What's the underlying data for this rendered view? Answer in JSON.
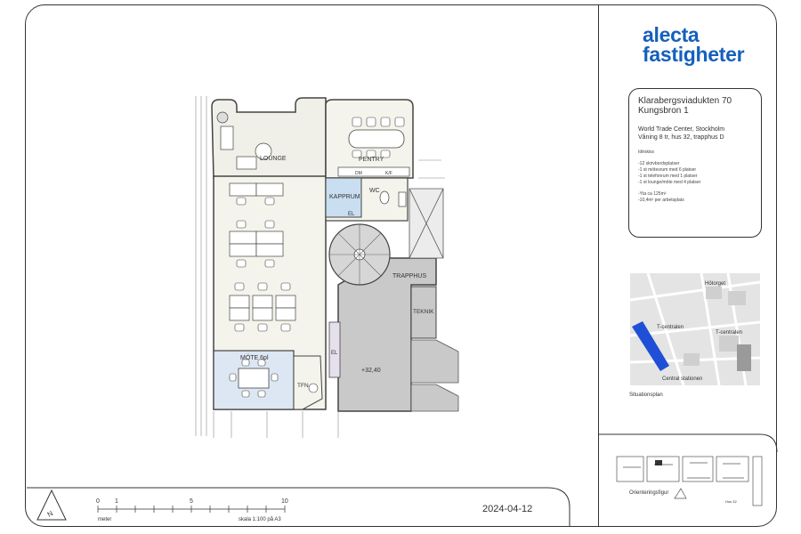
{
  "brand": {
    "line1": "alecta",
    "line2": "fastigheter",
    "color": "#1560bd"
  },
  "info": {
    "address1": "Klarabergsviadukten 70",
    "address2": "Kungsbron 1",
    "building": "World Trade Center, Stockholm",
    "floor": "Våning 8 tr, hus 32, trapphus D",
    "sketch_label": "Idéskiss",
    "features": [
      "-12 skrivbordsplatser",
      "-1 st mötesrum med 6 platser",
      "-1 st telefonrum med 1 platser",
      "-1 st lounge/möte med 4 platser"
    ],
    "area": "-Yta ca 125m²",
    "per_workplace": "-10,4m² per arbetsplats"
  },
  "site_map": {
    "labels": [
      "Hötorget",
      "T-centralen",
      "T-centralen",
      "Central stationen"
    ],
    "caption": "Situationsplan"
  },
  "orientation": {
    "caption": "Orienteringsfigur",
    "label": "Hus 32"
  },
  "rooms": {
    "lounge": "LOUNGE",
    "pentry": "PENTRY",
    "kapprum": "KAPPRUM",
    "wc": "WC",
    "el_small": "EL",
    "trapphus": "TRAPPHUS",
    "teknik": "TEKNIK",
    "el": "EL",
    "level": "+32,40",
    "mote": "MÖTE 6pl",
    "tfn": "TFN",
    "dm": "DM",
    "kf": "K/F"
  },
  "scale": {
    "ticks": [
      "0",
      "1",
      "5",
      "10"
    ],
    "unit": "meter",
    "note": "skala 1:100 på A3"
  },
  "date": "2024-04-12",
  "colors": {
    "meeting": "#dde6f3",
    "kapprum": "#c9def0",
    "plan_fill": "#f4f4ec",
    "stair": "#c9c9c9",
    "highlight": "#1f4fd6"
  }
}
